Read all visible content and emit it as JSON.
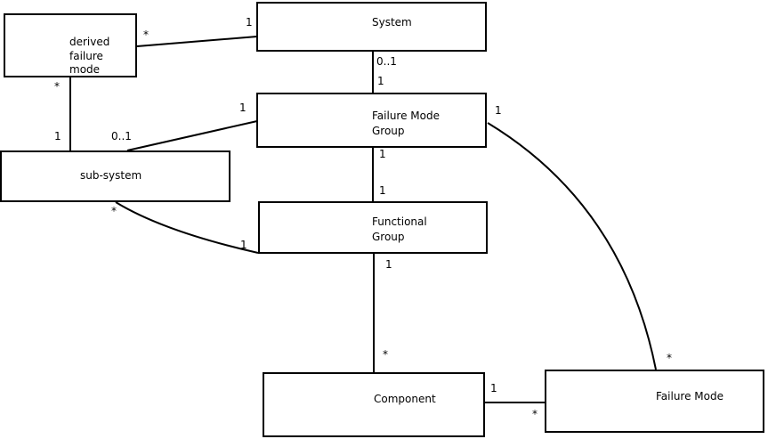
{
  "diagram": {
    "kind": "entity-relationship class diagram",
    "nodes": [
      {
        "id": "derived-failure-mode",
        "lines": [
          "derived",
          "failure",
          "mode"
        ]
      },
      {
        "id": "system",
        "lines": [
          "System"
        ]
      },
      {
        "id": "failure-mode-group",
        "lines": [
          "Failure Mode",
          "Group"
        ]
      },
      {
        "id": "sub-system",
        "lines": [
          "sub-system"
        ]
      },
      {
        "id": "functional-group",
        "lines": [
          "Functional",
          "Group"
        ]
      },
      {
        "id": "component",
        "lines": [
          "Component"
        ]
      },
      {
        "id": "failure-mode",
        "lines": [
          "Failure Mode"
        ]
      }
    ],
    "edges": [
      {
        "source": "System",
        "target": "derived failure mode",
        "source_label": "1",
        "target_label": "*"
      },
      {
        "source": "System",
        "target": "Failure Mode Group",
        "source_label": "0..1",
        "target_label": "1"
      },
      {
        "source": "derived failure mode",
        "target": "sub-system",
        "source_label": "*",
        "target_label": "1"
      },
      {
        "source": "Failure Mode Group",
        "target": "sub-system",
        "source_label": "1",
        "target_label": "0..1"
      },
      {
        "source": "Failure Mode Group",
        "target": "Functional Group",
        "source_label": "1",
        "target_label": "1"
      },
      {
        "source": "sub-system",
        "target": "Functional Group",
        "source_label": "*",
        "target_label": "1"
      },
      {
        "source": "Failure Mode Group",
        "target": "Failure Mode",
        "source_label": "1",
        "target_label": "*"
      },
      {
        "source": "Functional Group",
        "target": "Component",
        "source_label": "1",
        "target_label": "*"
      },
      {
        "source": "Component",
        "target": "Failure Mode",
        "source_label": "1",
        "target_label": "*"
      }
    ]
  },
  "colors": {
    "background": "#ffffff",
    "node_fill": "#ffffff",
    "stroke": "#000000",
    "text": "#000000"
  }
}
